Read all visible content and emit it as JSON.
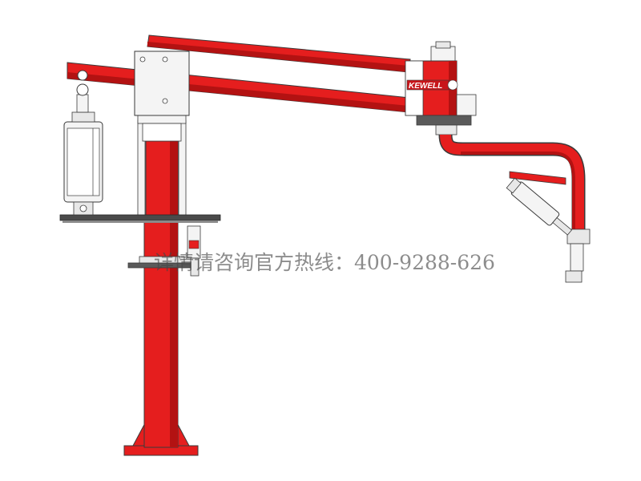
{
  "image": {
    "subject": "loading-arm",
    "colors": {
      "body": "#e51e1e",
      "body_dark": "#b31212",
      "outline": "#3a3a3a",
      "steel": "#e8e8e8",
      "plate": "#4a4a4a",
      "background": "#ffffff"
    }
  },
  "brand": {
    "logo_text": "KEWELL"
  },
  "watermark": {
    "text": "详情请咨询官方热线：400-9288-626"
  }
}
